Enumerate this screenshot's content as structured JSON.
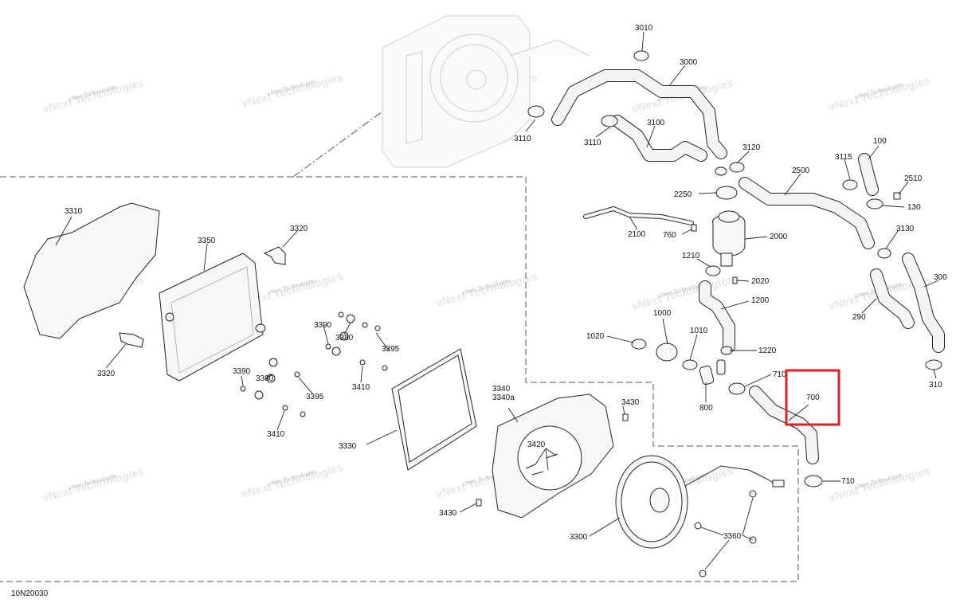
{
  "diagram_code": "10N20030",
  "callouts": {
    "c3010": "3010",
    "c3000": "3000",
    "c3110a": "3110",
    "c3110b": "3110",
    "c3100": "3100",
    "c3120": "3120",
    "c3115": "3115",
    "c100": "100",
    "c2500": "2500",
    "c2510": "2510",
    "c2250": "2250",
    "c130": "130",
    "c2100": "2100",
    "c760": "760",
    "c2000": "2000",
    "c3130": "3130",
    "c1210": "1210",
    "c2020": "2020",
    "c300": "300",
    "c1200": "1200",
    "c290": "290",
    "c1000": "1000",
    "c1010": "1010",
    "c1020": "1020",
    "c1220": "1220",
    "c710a": "710",
    "c700": "700",
    "c800": "800",
    "c310": "310",
    "c710b": "710",
    "c3310": "3310",
    "c3320a": "3320",
    "c3350": "3350",
    "c3320b": "3320",
    "c3390a": "3390",
    "c3380a": "3380",
    "c3395a": "3395",
    "c3410a": "3410",
    "c3390b": "3390",
    "c3380b": "3380",
    "c3395b": "3395",
    "c3410b": "3410",
    "c3330": "3330",
    "c3340": "3340",
    "c3340a": "3340a",
    "c3430a": "3430",
    "c3420": "3420",
    "c3430b": "3430",
    "c3300": "3300",
    "c3360": "3360"
  },
  "watermark": {
    "line1": "vNext Technologies",
    "line2": "vNext Technologies"
  },
  "highlight": {
    "part": "700",
    "color": "#d8232a"
  }
}
